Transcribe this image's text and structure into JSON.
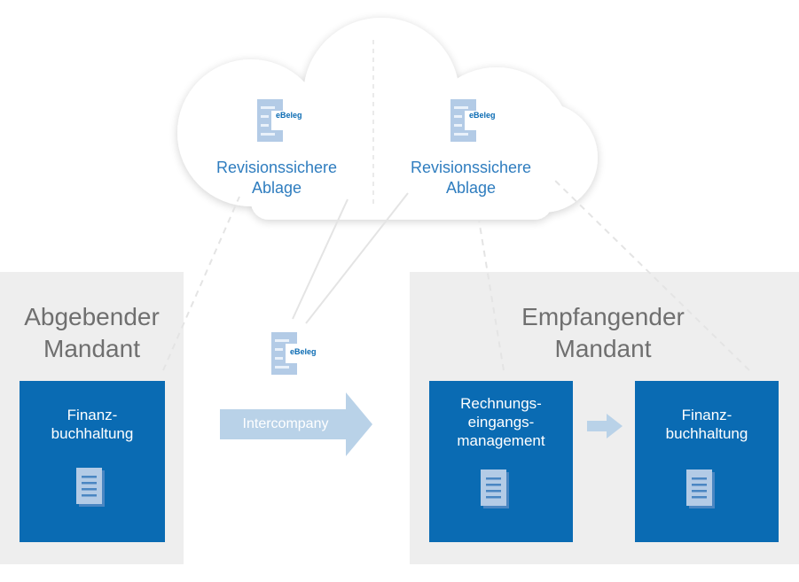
{
  "cloud": {
    "left": {
      "badge": "eBeleg",
      "label_line1": "Revisionssichere",
      "label_line2": "Ablage"
    },
    "right": {
      "badge": "eBeleg",
      "label_line1": "Revisionssichere",
      "label_line2": "Ablage"
    }
  },
  "sender": {
    "title_line1": "Abgebender",
    "title_line2": "Mandant",
    "box": {
      "line1": "Finanz-",
      "line2": "buchhaltung"
    }
  },
  "transfer": {
    "badge": "eBeleg",
    "arrow_label": "Intercompany"
  },
  "receiver": {
    "title_line1": "Empfangender",
    "title_line2": "Mandant",
    "box1": {
      "line1": "Rechnungs-",
      "line2": "eingangs-",
      "line3": "management"
    },
    "box2": {
      "line1": "Finanz-",
      "line2": "buchhaltung"
    }
  },
  "colors": {
    "box": "#0a6bb3",
    "panel": "#eeeeee",
    "cloud_text": "#2f7dbf",
    "arrow": "#b9d2e8",
    "doc_icon": "#b3cbe6"
  }
}
